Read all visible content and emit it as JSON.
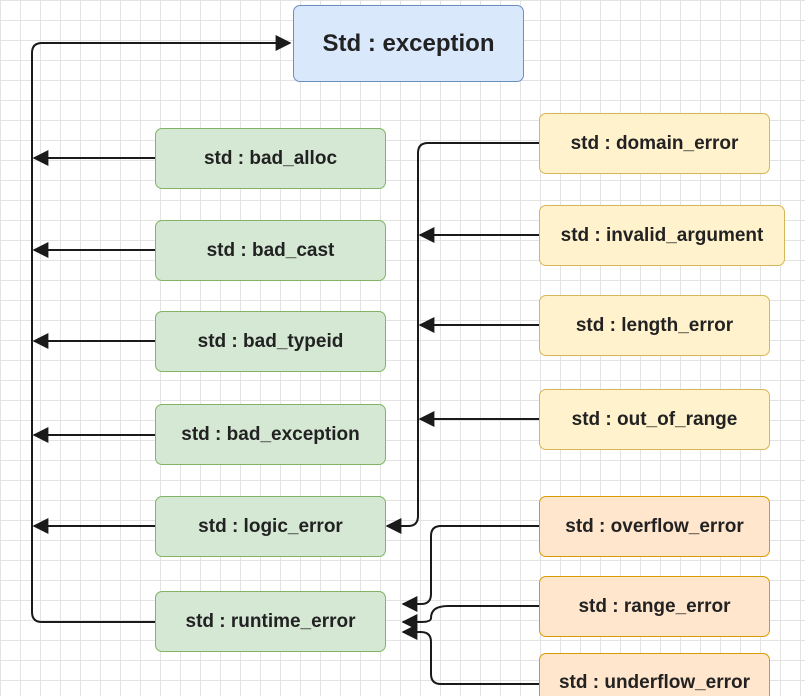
{
  "root": {
    "label": "Std : exception"
  },
  "left_column": [
    {
      "id": "bad-alloc",
      "label": "std : bad_alloc"
    },
    {
      "id": "bad-cast",
      "label": "std : bad_cast"
    },
    {
      "id": "bad-typeid",
      "label": "std : bad_typeid"
    },
    {
      "id": "bad-exception",
      "label": "std : bad_exception"
    },
    {
      "id": "logic-error",
      "label": "std : logic_error"
    },
    {
      "id": "runtime-error",
      "label": "std : runtime_error"
    }
  ],
  "logic_children": [
    {
      "id": "domain-error",
      "label": "std : domain_error"
    },
    {
      "id": "invalid-argument",
      "label": "std : invalid_argument"
    },
    {
      "id": "length-error",
      "label": "std : length_error"
    },
    {
      "id": "out-of-range",
      "label": "std : out_of_range"
    }
  ],
  "runtime_children": [
    {
      "id": "overflow-error",
      "label": "std : overflow_error"
    },
    {
      "id": "range-error",
      "label": "std : range_error"
    },
    {
      "id": "underflow-error",
      "label": "std : underflow_error"
    }
  ],
  "colors": {
    "root_fill": "#dae8fc",
    "root_stroke": "#6c8ebf",
    "left_fill": "#d5e8d4",
    "left_stroke": "#82b366",
    "logic_child_fill": "#fff2cc",
    "logic_child_stroke": "#d6b656",
    "runtime_child_fill": "#ffe6cc",
    "runtime_child_stroke": "#d79b00",
    "edge": "#1a1a1a"
  }
}
